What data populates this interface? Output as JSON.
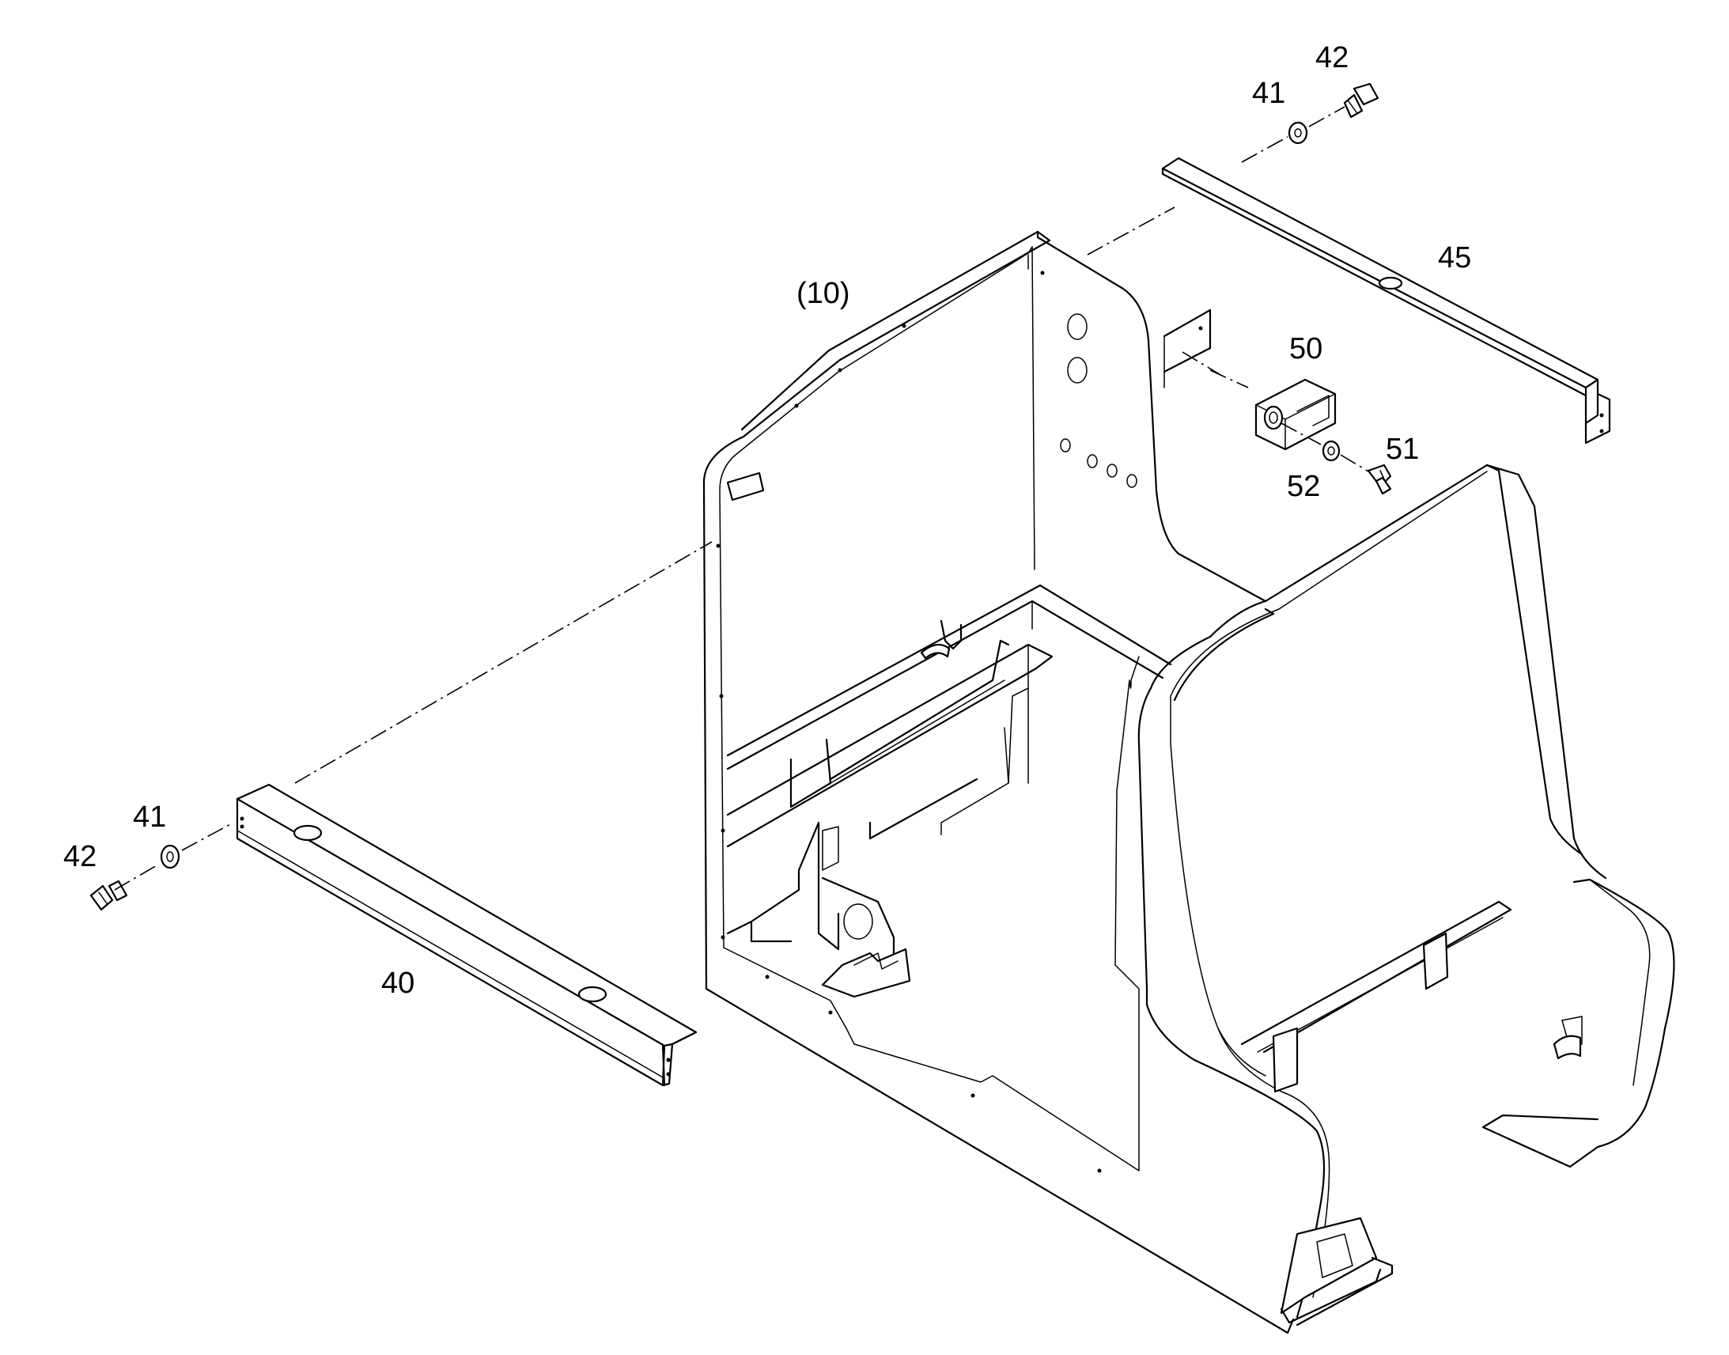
{
  "callouts": {
    "c10": "(10)",
    "c40": "40",
    "c41_left": "41",
    "c42_left": "42",
    "c41_top": "41",
    "c42_top": "42",
    "c45": "45",
    "c50": "50",
    "c51": "51",
    "c52": "52"
  },
  "colors": {
    "line": "#000000",
    "background": "#ffffff"
  }
}
